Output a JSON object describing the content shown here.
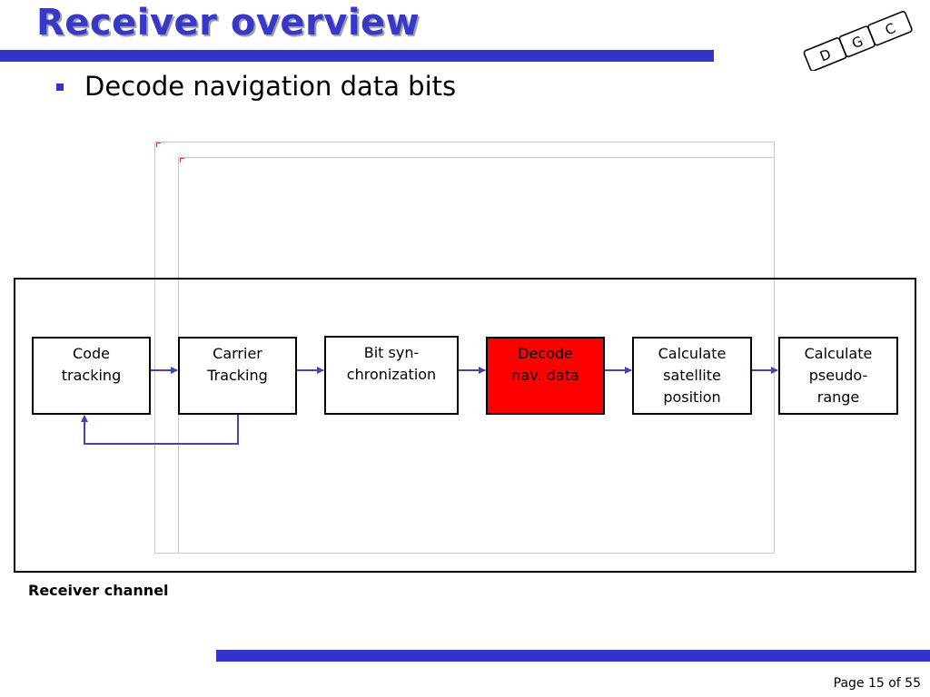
{
  "slide": {
    "title": "Receiver overview",
    "bullet": "Decode navigation data bits",
    "logo_letters": [
      "D",
      "G",
      "C"
    ]
  },
  "diagram": {
    "container_label": "Receiver channel",
    "blocks": [
      {
        "id": "code-tracking",
        "lines": [
          "Code",
          "tracking"
        ]
      },
      {
        "id": "carrier-tracking",
        "lines": [
          "Carrier",
          "Tracking"
        ]
      },
      {
        "id": "bit-sync",
        "lines": [
          "Bit syn-",
          "chronization"
        ]
      },
      {
        "id": "decode-nav",
        "lines": [
          "Decode",
          "nav. data"
        ],
        "highlighted": true
      },
      {
        "id": "calc-position",
        "lines": [
          "Calculate",
          "satellite",
          "position"
        ]
      },
      {
        "id": "calc-pseudorange",
        "lines": [
          "Calculate",
          "pseudo-",
          "range"
        ]
      }
    ],
    "connections": [
      {
        "from": "code-tracking",
        "to": "carrier-tracking"
      },
      {
        "from": "carrier-tracking",
        "to": "bit-sync"
      },
      {
        "from": "bit-sync",
        "to": "decode-nav"
      },
      {
        "from": "decode-nav",
        "to": "calc-position"
      },
      {
        "from": "calc-position",
        "to": "calc-pseudorange"
      },
      {
        "from": "carrier-tracking",
        "to": "code-tracking",
        "type": "feedback"
      }
    ],
    "colors": {
      "accent": "#3333cc",
      "arrow": "#4444aa",
      "highlight": "#ff0000"
    }
  },
  "footer": {
    "page_label": "Page 15 of 55"
  }
}
